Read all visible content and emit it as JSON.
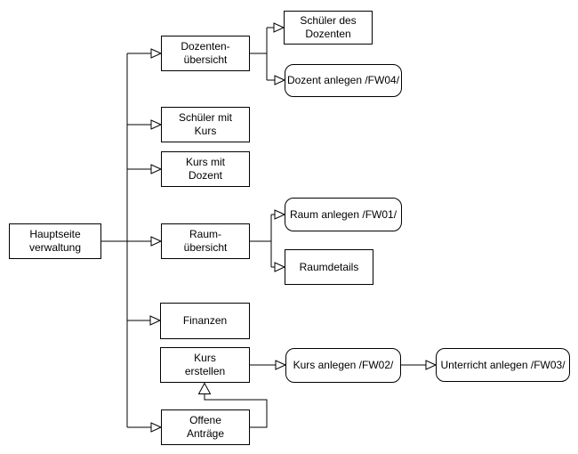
{
  "canvas": {
    "background_color": "#ffffff",
    "stroke_color": "#000000",
    "text_color": "#000000"
  },
  "nodes": {
    "hauptseite": {
      "label": "Hauptseite\nverwaltung",
      "shape": "rect"
    },
    "dozenten_uebersicht": {
      "label": "Dozenten-\nübersicht",
      "shape": "rect"
    },
    "schueler_mit_kurs": {
      "label": "Schüler mit\nKurs",
      "shape": "rect"
    },
    "kurs_mit_dozent": {
      "label": "Kurs mit\nDozent",
      "shape": "rect"
    },
    "raum_uebersicht": {
      "label": "Raum-\nübersicht",
      "shape": "rect"
    },
    "finanzen": {
      "label": "Finanzen",
      "shape": "rect"
    },
    "kurs_erstellen": {
      "label": "Kurs\nerstellen",
      "shape": "rect"
    },
    "offene_antraege": {
      "label": "Offene\nAnträge",
      "shape": "rect"
    },
    "schueler_des_dozenten": {
      "label": "Schüler des\nDozenten",
      "shape": "rect"
    },
    "dozent_anlegen": {
      "label": "Dozent anlegen /FW04/",
      "shape": "rounded"
    },
    "raum_anlegen": {
      "label": "Raum anlegen /FW01/",
      "shape": "rounded"
    },
    "raumdetails": {
      "label": "Raumdetails",
      "shape": "rect"
    },
    "kurs_anlegen": {
      "label": "Kurs anlegen /FW02/",
      "shape": "rounded"
    },
    "unterricht_anlegen": {
      "label": "Unterricht anlegen /FW03/",
      "shape": "rounded"
    }
  },
  "edges": [
    {
      "from": "hauptseite",
      "to": "dozenten_uebersicht",
      "arrow": "open-triangle"
    },
    {
      "from": "hauptseite",
      "to": "schueler_mit_kurs",
      "arrow": "open-triangle"
    },
    {
      "from": "hauptseite",
      "to": "kurs_mit_dozent",
      "arrow": "open-triangle"
    },
    {
      "from": "hauptseite",
      "to": "raum_uebersicht",
      "arrow": "open-triangle"
    },
    {
      "from": "hauptseite",
      "to": "finanzen",
      "arrow": "open-triangle"
    },
    {
      "from": "hauptseite",
      "to": "offene_antraege",
      "arrow": "open-triangle"
    },
    {
      "from": "dozenten_uebersicht",
      "to": "schueler_des_dozenten",
      "arrow": "open-triangle"
    },
    {
      "from": "dozenten_uebersicht",
      "to": "dozent_anlegen",
      "arrow": "open-triangle"
    },
    {
      "from": "raum_uebersicht",
      "to": "raum_anlegen",
      "arrow": "open-triangle"
    },
    {
      "from": "raum_uebersicht",
      "to": "raumdetails",
      "arrow": "open-triangle"
    },
    {
      "from": "kurs_erstellen",
      "to": "kurs_anlegen",
      "arrow": "open-triangle"
    },
    {
      "from": "kurs_anlegen",
      "to": "unterricht_anlegen",
      "arrow": "open-triangle"
    },
    {
      "from": "offene_antraege",
      "to": "kurs_erstellen",
      "arrow": "open-triangle"
    }
  ]
}
